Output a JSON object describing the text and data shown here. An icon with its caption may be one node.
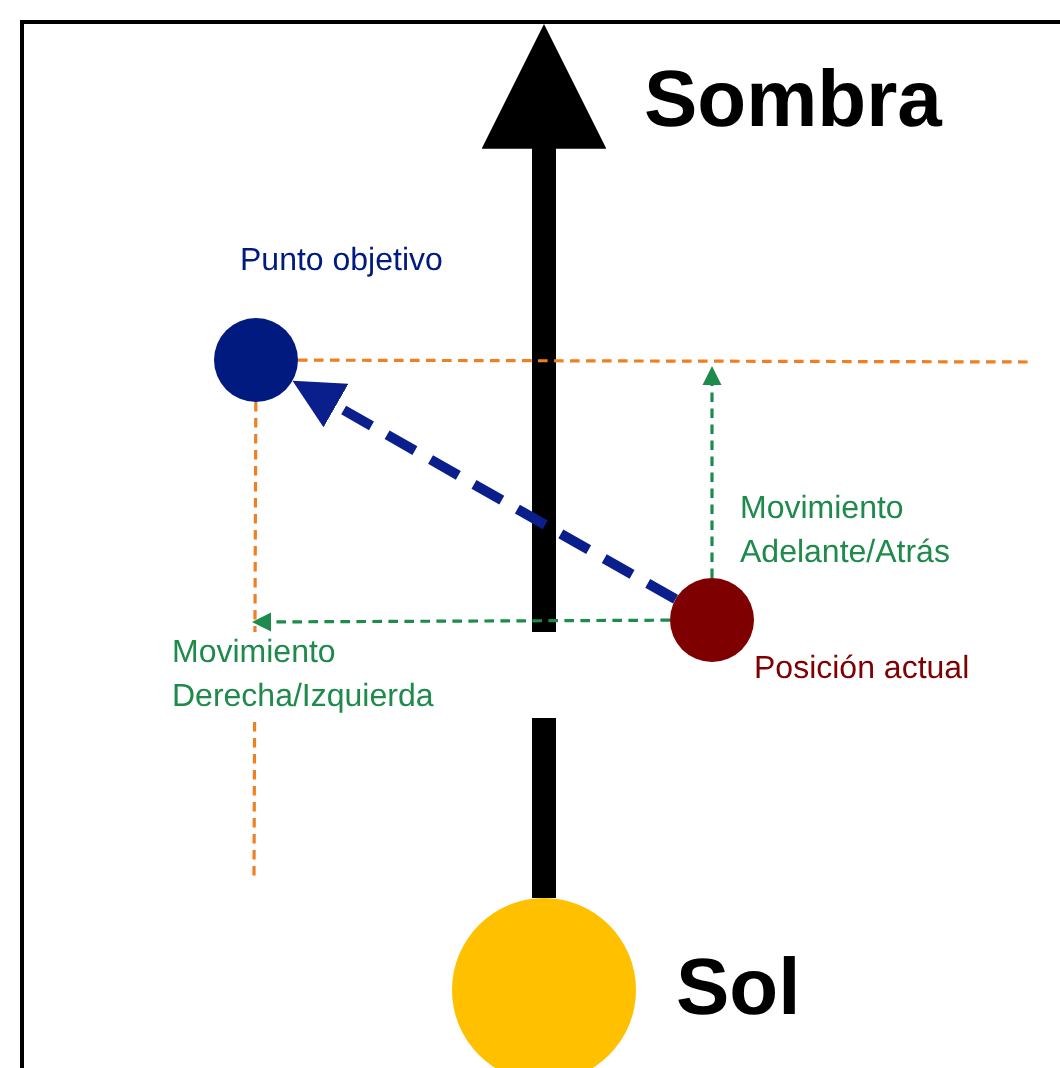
{
  "diagram": {
    "nodes": [
      {
        "text": [],
        "shape": "circle",
        "beside": [
          "Sol"
        ]
      },
      {
        "text": [],
        "shape": "circle",
        "beside": [
          "Punto objetivo"
        ]
      },
      {
        "text": [],
        "shape": "circle",
        "beside": [
          "Posición actual"
        ]
      }
    ],
    "edges": [
      {
        "from": 0,
        "to": null,
        "arrow": "to",
        "style": "thick",
        "color": "#000000"
      },
      {
        "from": 2,
        "to": 1,
        "arrow": "to",
        "style": "dashed",
        "color": "#0a1e8c"
      },
      {
        "from": 2,
        "to": null,
        "arrow": "to",
        "style": "dashed",
        "color": "#1e8a4c",
        "label": "Movimiento Adelante/Atrás"
      },
      {
        "from": 2,
        "to": null,
        "arrow": "to",
        "style": "dashed",
        "color": "#1e8a4c",
        "label": "Movimiento Derecha/Izquierda"
      },
      {
        "from": 1,
        "to": null,
        "arrow": "none",
        "style": "dashed",
        "color": "#f07f22"
      },
      {
        "from": 1,
        "to": null,
        "arrow": "none",
        "style": "dashed",
        "color": "#f07f22"
      }
    ],
    "labels": [
      "Sombra"
    ]
  }
}
